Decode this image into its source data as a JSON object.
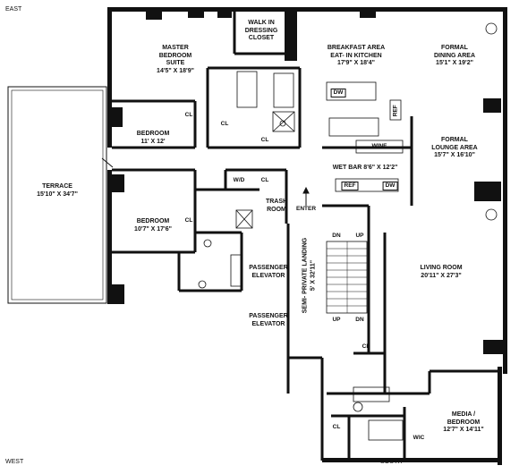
{
  "compass": {
    "east": "EAST",
    "west": "WEST",
    "south": "SOUTH"
  },
  "rooms": {
    "walk_in_closet": {
      "line1": "WALK IN",
      "line2": "DRESSING",
      "line3": "CLOSET"
    },
    "master_bedroom": {
      "line1": "MASTER",
      "line2": "BEDROOM",
      "line3": "SUITE",
      "dims": "14'5\" X 18'9\""
    },
    "breakfast_area": {
      "line1": "BREAKFAST AREA",
      "line2": "EAT- IN KITCHEN",
      "dims": "17'9\" X 18'4\""
    },
    "formal_dining": {
      "line1": "FORMAL",
      "line2": "DINING AREA",
      "dims": "15'1\" X 19'2\""
    },
    "bedroom_1": {
      "line1": "BEDROOM",
      "dims": "11' X 12'"
    },
    "formal_lounge": {
      "line1": "FORMAL",
      "line2": "LOUNGE AREA",
      "dims": "15'7\" X 16'10\""
    },
    "terrace": {
      "line1": "TERRACE",
      "dims": "15'10\" X 34'7\""
    },
    "wet_bar": {
      "line1": "WET BAR 8'6\" X 12'2\""
    },
    "trash_room": {
      "line1": "TRASH",
      "line2": "ROOM"
    },
    "bedroom_2": {
      "line1": "BEDROOM",
      "dims": "10'7\" X 17'6\""
    },
    "passenger_elevator_1": {
      "line1": "PASSENGER",
      "line2": "ELEVATOR"
    },
    "passenger_elevator_2": {
      "line1": "PASSENGER",
      "line2": "ELEVATOR"
    },
    "semi_private_landing": {
      "line1": "SEMI- PRIVATE LANDING",
      "dims": "5' X 32'11\""
    },
    "living_room": {
      "line1": "LIVING ROOM",
      "dims": "20'11\" X 27'3\""
    },
    "media_bedroom": {
      "line1": "MEDIA /",
      "line2": "BEDROOM",
      "dims": "12'7\" X 14'11\""
    }
  },
  "labels": {
    "cl": "CL",
    "wd": "W/D",
    "wic": "WIC",
    "dw": "DW",
    "ref": "REF",
    "wine": "WINE",
    "enter": "ENTER",
    "dn": "DN",
    "up": "UP"
  }
}
